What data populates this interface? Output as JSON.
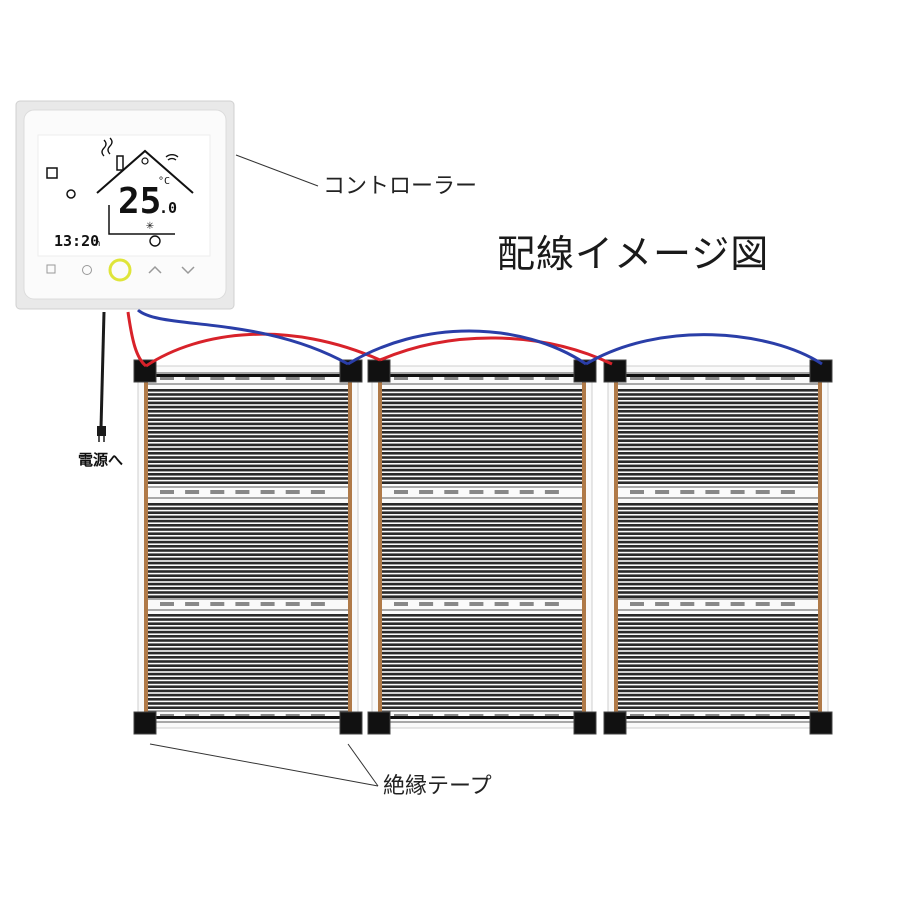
{
  "title": "配線イメージ図",
  "labels": {
    "controller": "コントローラー",
    "power": "電源へ",
    "tape": "絶縁テープ"
  },
  "thermostat": {
    "temperature_whole": "25",
    "temperature_decimal": ".0",
    "unit": "°C",
    "time": "13:20",
    "time_suffix": "h"
  },
  "colors": {
    "wire_red": "#d8222a",
    "wire_blue": "#2a3ea8",
    "film_stripe": "#2a2a2a",
    "copper": "#b07a48",
    "connector": "#111111"
  }
}
